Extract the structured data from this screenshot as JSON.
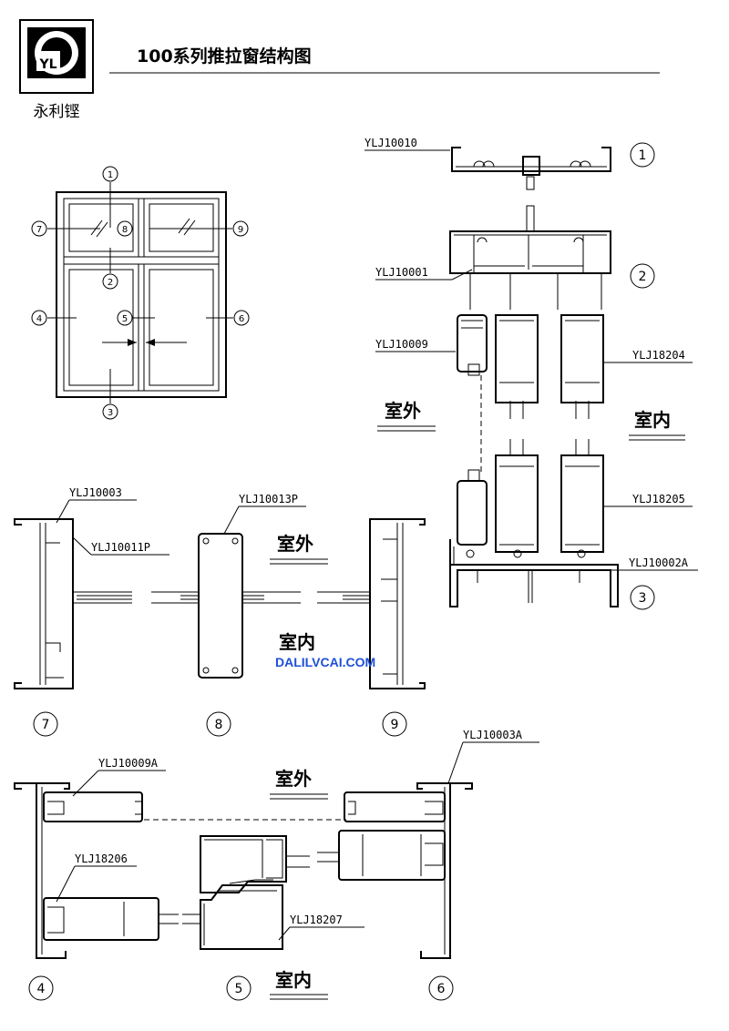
{
  "header": {
    "title": "100系列推拉窗结构图",
    "brand": "永利铿",
    "logo_letters": "YL"
  },
  "window_elevation": {
    "markers": [
      "1",
      "2",
      "3",
      "4",
      "5",
      "6",
      "7",
      "8",
      "9"
    ]
  },
  "profiles": {
    "p1": "YLJ10010",
    "p2": "YLJ10001",
    "p3": "YLJ10009",
    "p4": "YLJ18204",
    "p5": "YLJ18205",
    "p6": "YLJ10002A",
    "p7": "YLJ10003",
    "p8": "YLJ10011P",
    "p9": "YLJ10013P",
    "p10": "YLJ10009A",
    "p11": "YLJ18206",
    "p12": "YLJ18207",
    "p13": "YLJ10003A"
  },
  "zones": {
    "outside": "室外",
    "inside": "室内"
  },
  "section_numbers": {
    "n1": "1",
    "n2": "2",
    "n3": "3",
    "n4": "4",
    "n5": "5",
    "n6": "6",
    "n7": "7",
    "n8": "8",
    "n9": "9"
  },
  "watermark": "DALILVCAI.COM",
  "colors": {
    "watermark": "#1d4fd8",
    "line": "#000000"
  }
}
